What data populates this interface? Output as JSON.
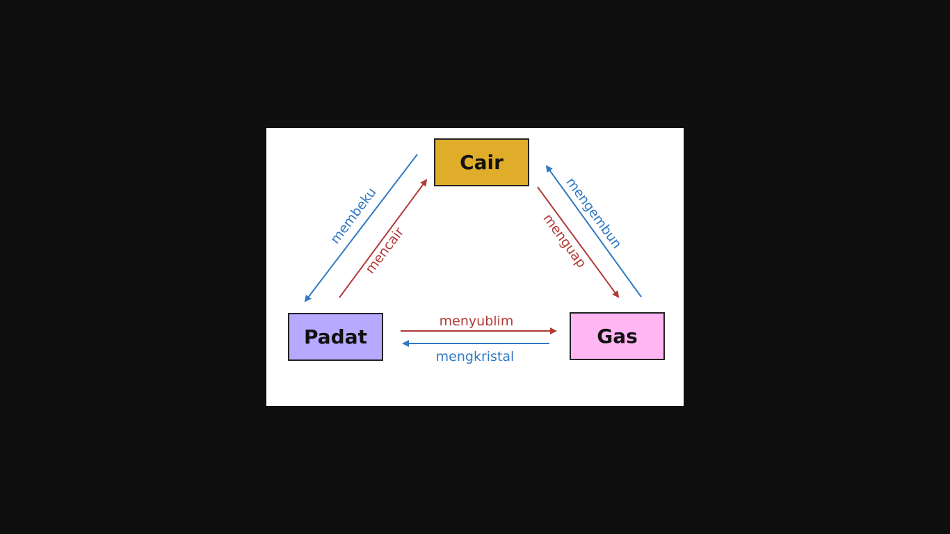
{
  "states": {
    "cair": {
      "label": "Cair",
      "color": "#e0ad2a"
    },
    "padat": {
      "label": "Padat",
      "color": "#b7a9ff"
    },
    "gas": {
      "label": "Gas",
      "color": "#ffb6f3"
    }
  },
  "transitions": {
    "membeku": "membeku",
    "mencair": "mencair",
    "mengembun": "mengembun",
    "menguap": "menguap",
    "menyublim": "menyublim",
    "mengkristal": "mengkristal"
  },
  "colors": {
    "red_arrow": "#b03a36",
    "blue_arrow": "#2f78c4",
    "red_text": "#b03a36",
    "blue_text": "#2f78c4",
    "background": "#0f0f0f",
    "slide": "#ffffff"
  }
}
